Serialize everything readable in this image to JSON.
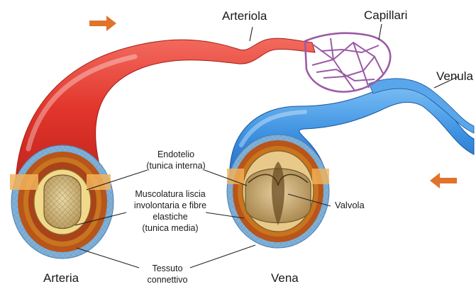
{
  "labels": {
    "arteriola": "Arteriola",
    "capillari": "Capillari",
    "venula": "Venula",
    "arteria": "Arteria",
    "vena": "Vena",
    "valvola": "Valvola",
    "endotelio": [
      "Endotelio",
      "(tunica interna)"
    ],
    "muscolatura": [
      "Muscolatura liscia",
      "involontaria e fibre",
      "elastiche",
      "(tunica media)"
    ],
    "tessuto": [
      "Tessuto",
      "connettivo"
    ]
  },
  "colors": {
    "artery": "#e8382f",
    "vein": "#3a8fe0",
    "capillary": "#9c5aa6",
    "flow_arrow": "#e0742a"
  },
  "icons": {
    "flow_arrow": "right-arrow-icon"
  }
}
